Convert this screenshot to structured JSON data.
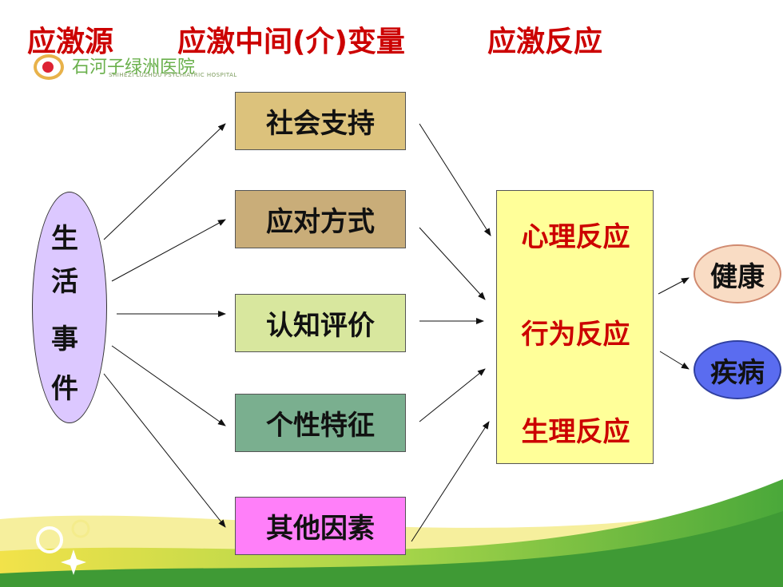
{
  "header": {
    "source_label": "应激源",
    "mediator_label": "应激中间(介)变量",
    "response_label": "应激反应"
  },
  "logo": {
    "text": "石河子绿洲医院",
    "subtitle": "SHIHEZI LUZHOU PSYCHIATRIC HOSPITAL"
  },
  "life_event": {
    "chars": [
      "生",
      "活",
      "事",
      "件"
    ]
  },
  "mediators": [
    "社会支持",
    "应对方式",
    "认知评价",
    "个性特征",
    "其他因素"
  ],
  "responses": [
    "心理反应",
    "行为反应",
    "生理反应"
  ],
  "outcomes": [
    "健康",
    "疾病"
  ],
  "colors": {
    "title": "#cc0000",
    "social_support": "#dcc27c",
    "coping": "#c9ad79",
    "cognitive": "#d8e79e",
    "personality": "#7aaf8f",
    "other": "#ff7ff9",
    "life_event": "#dcc8ff",
    "responses": "#ffff99",
    "health": "#f9dcc4",
    "disease": "#5a6cf0",
    "bottom_green": "#7cc242",
    "bottom_yellow": "#f2e24a"
  }
}
